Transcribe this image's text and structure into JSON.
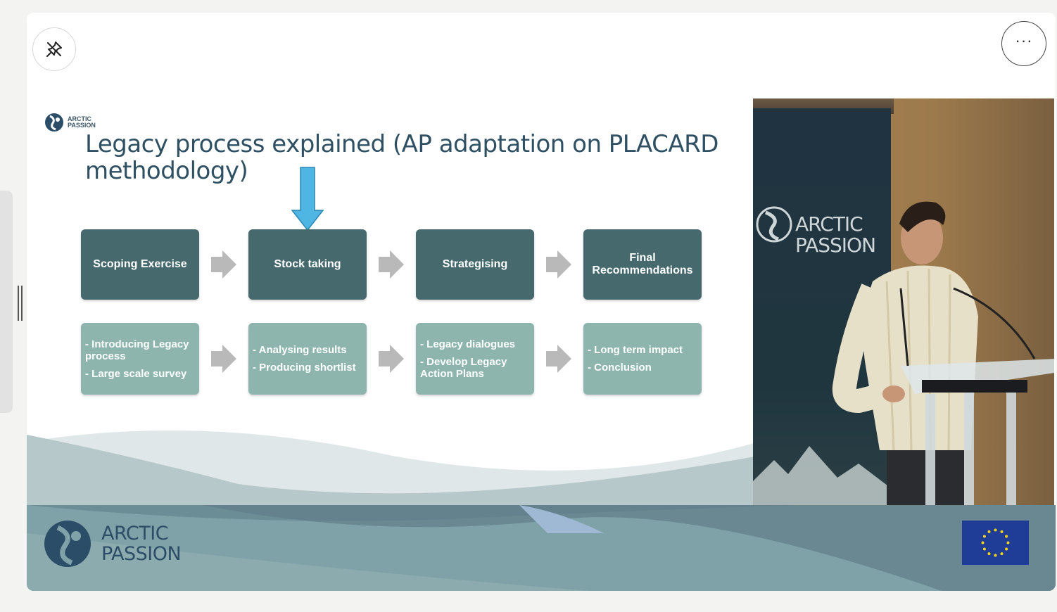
{
  "controls": {
    "unpin_icon": "unpin-icon",
    "more_label": "···"
  },
  "slide": {
    "logo_small": [
      "ARCTIC",
      "PASSION"
    ],
    "title": "Legacy process explained (AP adaptation on PLACARD methodology)",
    "steps": [
      {
        "label": "Scoping Exercise",
        "details": [
          "- Introducing Legacy process",
          "-  Large scale survey"
        ]
      },
      {
        "label": "Stock taking",
        "details": [
          "- Analysing results",
          "- Producing shortlist"
        ]
      },
      {
        "label": "Strategising",
        "details": [
          "- Legacy dialogues",
          "- Develop Legacy Action Plans"
        ]
      },
      {
        "label": "Final Recommendations",
        "details": [
          "- Long term impact",
          "- Conclusion"
        ]
      }
    ],
    "footer_brand": [
      "ARCTIC",
      "PASSION"
    ],
    "colors": {
      "title": "#2f5063",
      "step_dark": "#46696e",
      "step_light": "#8db5ad",
      "indicator_arrow": "#4fb5e2",
      "eu_blue": "#1f3d96",
      "eu_star": "#f7d417"
    }
  },
  "video": {
    "banner_brand": [
      "ARCTIC",
      "PASSION"
    ]
  }
}
